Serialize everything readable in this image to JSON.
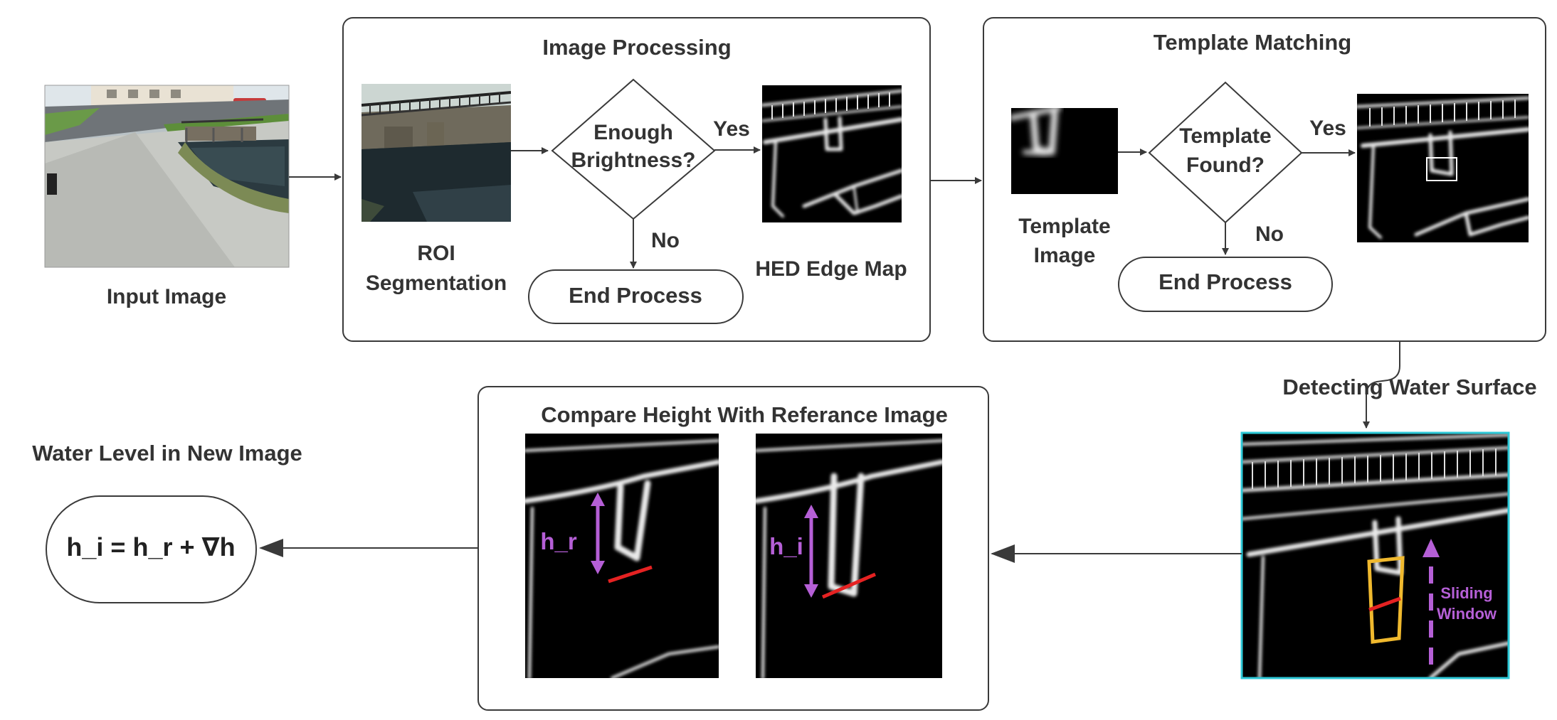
{
  "input_image": {
    "label": "Input Image"
  },
  "image_processing": {
    "title": "Image Processing",
    "roi_label": [
      "ROI",
      "Segmentation"
    ],
    "decision": [
      "Enough",
      "Brightness?"
    ],
    "yes": "Yes",
    "no": "No",
    "end": "End Process",
    "hed_label": "HED Edge Map"
  },
  "template_matching": {
    "title": "Template Matching",
    "template_label": [
      "Template",
      "Image"
    ],
    "decision": [
      "Template",
      "Found?"
    ],
    "yes": "Yes",
    "no": "No",
    "end": "End Process"
  },
  "detect": {
    "title": "Detecting Water Surface",
    "sliding": [
      "Sliding",
      "Window"
    ]
  },
  "compare": {
    "title": "Compare Height With Referance Image",
    "h_r": "h_r",
    "h_i": "h_i"
  },
  "result": {
    "title": "Water Level in New Image",
    "formula": "h_i = h_r + ∇h"
  },
  "colors": {
    "stroke": "#3a3a3a",
    "text": "#333333",
    "purple": "#b55fd6",
    "red": "#e52222",
    "yellow": "#f0b92e",
    "cyan": "#2cc7d6"
  }
}
